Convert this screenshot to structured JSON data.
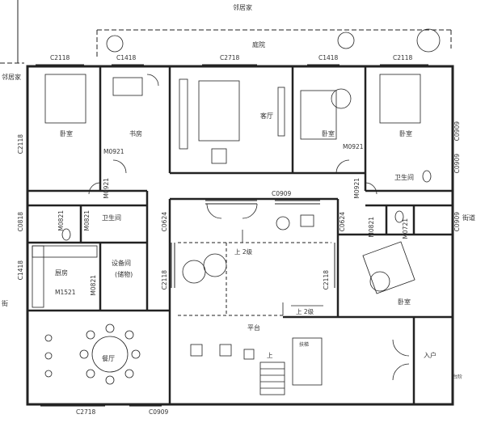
{
  "neighbors": {
    "top": "邻居家",
    "left": "邻居家"
  },
  "street": {
    "right": "街道",
    "left": "街"
  },
  "garden": "庭院",
  "rooms": {
    "bedroom_nw": "卧室",
    "study": "书房",
    "living": "客厅",
    "bedroom_ne": "卧室",
    "bathroom_e": "卫生间",
    "bathroom_w": "卫生间",
    "kitchen": "厨房",
    "equipment": "设备间",
    "equipment_note": "(储物)",
    "dining": "餐厅",
    "terrace": "平台",
    "bedroom_se": "卧室",
    "entrance": "入户"
  },
  "codes": {
    "c2118_top_left": "C2118",
    "c1418_top_left": "C1418",
    "c2718_top": "C2718",
    "c1418_top_right": "C1418",
    "c2118_top_right": "C2118",
    "c0909_right_a": "C0909",
    "c0909_right_b": "C0909",
    "c0909_right_c": "C0909",
    "c2118_left": "C2118",
    "c0818_left": "C0818",
    "c1418_left": "C1418",
    "m0921_study": "M0921",
    "m0921_bedroom_ne": "M0921",
    "m0921_left": "M0921",
    "m0921_right": "M0921",
    "c0909_court": "C0909",
    "c0624_left": "C0624",
    "c0624_right": "C0624",
    "m0821_bath_w": "M0821",
    "m0821_bath_w2": "M0821",
    "m0821_east": "M0821",
    "m0721": "M0721",
    "m1521": "M1521",
    "m0821_equip": "M0821",
    "c2118_court_left": "C2118",
    "c2118_court_right": "C2118",
    "c2718_bottom": "C2718",
    "c0909_bottom": "C0909"
  },
  "stairs": {
    "up_top": "上 2级",
    "up_bottom": "上 2级",
    "up": "上",
    "landing_note": "扶梯"
  },
  "porch_note": "台阶"
}
